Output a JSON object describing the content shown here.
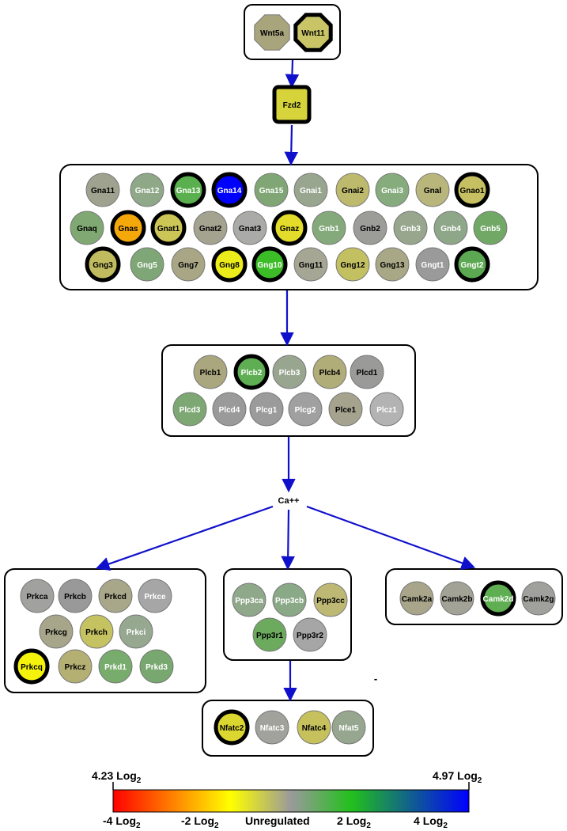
{
  "colors": {
    "up_strong": "#0000ff",
    "scale_stops": [
      "#ff0000",
      "#ffff00",
      "#9a9a9a",
      "#22c01c",
      "#0000ff"
    ],
    "edge": "#1010cc",
    "border": "#000000"
  },
  "groups": [
    {
      "id": "wnt",
      "nodes": [
        {
          "label": "Wnt5a",
          "shape": "octagon",
          "fill": "#a8a47c",
          "bold": false,
          "text": "#000"
        },
        {
          "label": "Wnt11",
          "shape": "octagon",
          "fill": "#c9c567",
          "bold": true,
          "text": "#000"
        }
      ]
    },
    {
      "id": "fzd",
      "nodes": [
        {
          "label": "Fzd2",
          "shape": "square",
          "fill": "#d6d43a",
          "bold": true,
          "text": "#000"
        }
      ]
    },
    {
      "id": "gprotein",
      "nodes": [
        {
          "label": "Gna11",
          "fill": "#a0a290",
          "bold": false,
          "text": "#000"
        },
        {
          "label": "Gna12",
          "fill": "#8fa888",
          "bold": false,
          "text": "#fff"
        },
        {
          "label": "Gna13",
          "fill": "#5ab04e",
          "bold": true,
          "text": "#fff"
        },
        {
          "label": "Gna14",
          "fill": "#0000ff",
          "bold": true,
          "text": "#fff"
        },
        {
          "label": "Gna15",
          "fill": "#7fa674",
          "bold": false,
          "text": "#fff"
        },
        {
          "label": "Gnai1",
          "fill": "#98a690",
          "bold": false,
          "text": "#fff"
        },
        {
          "label": "Gnai2",
          "fill": "#bdb96d",
          "bold": false,
          "text": "#000"
        },
        {
          "label": "Gnai3",
          "fill": "#86ac7e",
          "bold": false,
          "text": "#fff"
        },
        {
          "label": "Gnal",
          "fill": "#b9b67c",
          "bold": false,
          "text": "#000"
        },
        {
          "label": "Gnao1",
          "fill": "#c6c062",
          "bold": true,
          "text": "#000"
        },
        {
          "label": "Gnaq",
          "fill": "#7fa873",
          "bold": false,
          "text": "#000"
        },
        {
          "label": "Gnas",
          "fill": "#f5a80a",
          "bold": true,
          "text": "#000"
        },
        {
          "label": "Gnat1",
          "fill": "#cbc656",
          "bold": true,
          "text": "#000"
        },
        {
          "label": "Gnat2",
          "fill": "#a4a38f",
          "bold": false,
          "text": "#000"
        },
        {
          "label": "Gnat3",
          "fill": "#aaaaa8",
          "bold": false,
          "text": "#000"
        },
        {
          "label": "Gnaz",
          "fill": "#e3dc2a",
          "bold": true,
          "text": "#000"
        },
        {
          "label": "Gnb1",
          "fill": "#84aa7c",
          "bold": false,
          "text": "#fff"
        },
        {
          "label": "Gnb2",
          "fill": "#9c9c98",
          "bold": false,
          "text": "#000"
        },
        {
          "label": "Gnb3",
          "fill": "#98a68d",
          "bold": false,
          "text": "#fff"
        },
        {
          "label": "Gnb4",
          "fill": "#8fa789",
          "bold": false,
          "text": "#fff"
        },
        {
          "label": "Gnb5",
          "fill": "#72a866",
          "bold": false,
          "text": "#fff"
        },
        {
          "label": "Gng3",
          "fill": "#c0bb5e",
          "bold": true,
          "text": "#000"
        },
        {
          "label": "Gng5",
          "fill": "#7fa676",
          "bold": false,
          "text": "#fff"
        },
        {
          "label": "Gng7",
          "fill": "#a8a685",
          "bold": false,
          "text": "#000"
        },
        {
          "label": "Gng8",
          "fill": "#ecec1a",
          "bold": true,
          "text": "#000"
        },
        {
          "label": "Gng10",
          "fill": "#3cbc26",
          "bold": true,
          "text": "#fff"
        },
        {
          "label": "Gng11",
          "fill": "#a6a694",
          "bold": false,
          "text": "#000"
        },
        {
          "label": "Gng12",
          "fill": "#c3c062",
          "bold": false,
          "text": "#000"
        },
        {
          "label": "Gng13",
          "fill": "#a9a886",
          "bold": false,
          "text": "#000"
        },
        {
          "label": "Gngt1",
          "fill": "#9a9a9a",
          "bold": false,
          "text": "#fff"
        },
        {
          "label": "Gngt2",
          "fill": "#5ca852",
          "bold": true,
          "text": "#fff"
        }
      ]
    },
    {
      "id": "plc",
      "nodes": [
        {
          "label": "Plcb1",
          "fill": "#aaa77e",
          "bold": false,
          "text": "#000"
        },
        {
          "label": "Plcb2",
          "fill": "#5fae53",
          "bold": true,
          "text": "#fff"
        },
        {
          "label": "Plcb3",
          "fill": "#98a690",
          "bold": false,
          "text": "#fff"
        },
        {
          "label": "Plcb4",
          "fill": "#b0ad78",
          "bold": false,
          "text": "#000"
        },
        {
          "label": "Plcd1",
          "fill": "#9a9a98",
          "bold": false,
          "text": "#000"
        },
        {
          "label": "Plcd3",
          "fill": "#7da874",
          "bold": false,
          "text": "#fff"
        },
        {
          "label": "Plcd4",
          "fill": "#9a9a9a",
          "bold": false,
          "text": "#fff"
        },
        {
          "label": "Plcg1",
          "fill": "#9b9b9b",
          "bold": false,
          "text": "#fff"
        },
        {
          "label": "Plcg2",
          "fill": "#a0a0a0",
          "bold": false,
          "text": "#fff"
        },
        {
          "label": "Plce1",
          "fill": "#a5a38e",
          "bold": false,
          "text": "#000"
        },
        {
          "label": "Plcz1",
          "fill": "#b3b3b3",
          "bold": false,
          "text": "#fff"
        }
      ]
    },
    {
      "id": "ca",
      "label": "Ca++"
    },
    {
      "id": "prk",
      "nodes": [
        {
          "label": "Prkca",
          "fill": "#a1a19f",
          "bold": false,
          "text": "#000"
        },
        {
          "label": "Prkcb",
          "fill": "#999999",
          "bold": false,
          "text": "#000"
        },
        {
          "label": "Prkcd",
          "fill": "#a9a789",
          "bold": false,
          "text": "#000"
        },
        {
          "label": "Prkce",
          "fill": "#a6a6a6",
          "bold": false,
          "text": "#fff"
        },
        {
          "label": "Prkcg",
          "fill": "#a7a68a",
          "bold": false,
          "text": "#000"
        },
        {
          "label": "Prkch",
          "fill": "#c5c262",
          "bold": false,
          "text": "#000"
        },
        {
          "label": "Prkci",
          "fill": "#96a890",
          "bold": false,
          "text": "#fff"
        },
        {
          "label": "Prkcq",
          "fill": "#f5f20c",
          "bold": true,
          "text": "#000"
        },
        {
          "label": "Prkcz",
          "fill": "#b4b074",
          "bold": false,
          "text": "#000"
        },
        {
          "label": "Prkd1",
          "fill": "#78ac6d",
          "bold": false,
          "text": "#fff"
        },
        {
          "label": "Prkd3",
          "fill": "#78a86f",
          "bold": false,
          "text": "#fff"
        }
      ]
    },
    {
      "id": "ppp",
      "nodes": [
        {
          "label": "Ppp3ca",
          "fill": "#8fa88a",
          "bold": false,
          "text": "#fff"
        },
        {
          "label": "Ppp3cb",
          "fill": "#8aa986",
          "bold": false,
          "text": "#fff"
        },
        {
          "label": "Ppp3cc",
          "fill": "#bdb874",
          "bold": false,
          "text": "#000"
        },
        {
          "label": "Ppp3r1",
          "fill": "#6caa5e",
          "bold": false,
          "text": "#000"
        },
        {
          "label": "Ppp3r2",
          "fill": "#a6a6a6",
          "bold": false,
          "text": "#000"
        }
      ]
    },
    {
      "id": "camk",
      "nodes": [
        {
          "label": "Camk2a",
          "fill": "#a8a58b",
          "bold": false,
          "text": "#000"
        },
        {
          "label": "Camk2b",
          "fill": "#a3a296",
          "bold": false,
          "text": "#000"
        },
        {
          "label": "Camk2d",
          "fill": "#5fae52",
          "bold": true,
          "text": "#fff"
        },
        {
          "label": "Camk2g",
          "fill": "#a0a09c",
          "bold": false,
          "text": "#000"
        }
      ]
    },
    {
      "id": "nfat",
      "nodes": [
        {
          "label": "Nfatc2",
          "fill": "#dcd630",
          "bold": true,
          "text": "#000"
        },
        {
          "label": "Nfatc3",
          "fill": "#a2a29c",
          "bold": false,
          "text": "#fff"
        },
        {
          "label": "Nfatc4",
          "fill": "#c6c15c",
          "bold": false,
          "text": "#000"
        },
        {
          "label": "Nfat5",
          "fill": "#97a68e",
          "bold": false,
          "text": "#fff"
        }
      ]
    }
  ],
  "stray_mark": "-",
  "legend": {
    "left_value": "4.23",
    "right_value": "4.97",
    "unit": "Log",
    "unit_sub": "2",
    "ticks": [
      {
        "value": "-4",
        "unit": "Log",
        "sub": "2"
      },
      {
        "value": "-2",
        "unit": "Log",
        "sub": "2"
      },
      {
        "value": "Unregulated",
        "unit": "",
        "sub": ""
      },
      {
        "value": "2",
        "unit": "Log",
        "sub": "2"
      },
      {
        "value": "4",
        "unit": "Log",
        "sub": "2"
      }
    ]
  }
}
